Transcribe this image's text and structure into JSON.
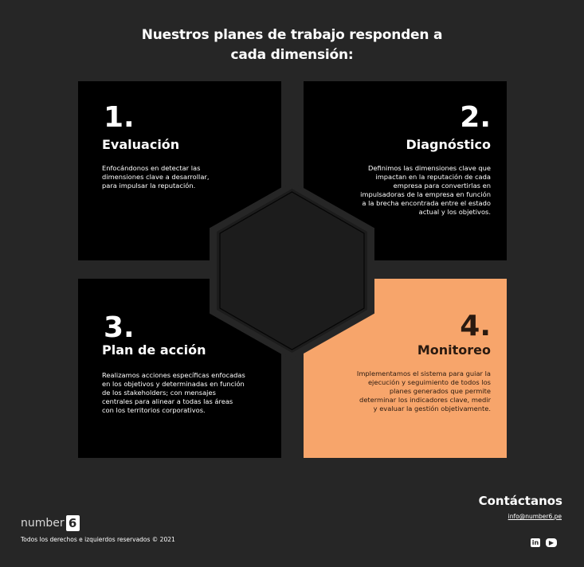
{
  "title": {
    "line1": "Nuestros planes de trabajo responden a",
    "line2": "cada dimensión:"
  },
  "cards": [
    {
      "number": "1.",
      "title": "Evaluación",
      "description": "Enfocándonos en detectar las dimensiones clave a desarrollar, para impulsar la reputación."
    },
    {
      "number": "2.",
      "title": "Diagnóstico",
      "description": "Definimos las dimensiones clave que impactan en la reputación de cada empresa para convertirlas en impulsadoras de la empresa en función a la brecha encontrada entre el estado actual y los objetivos."
    },
    {
      "number": "3.",
      "title": "Plan de acción",
      "description": "Realizamos acciones específicas enfocadas en los objetivos y determinadas en función de los stakeholders; con mensajes centrales para alinear a todas las áreas con los territorios corporativos."
    },
    {
      "number": "4.",
      "title": "Monitoreo",
      "description": "Implementamos el sistema para guiar la ejecución y seguimiento de todos los planes generados que permite determinar los indicadores clave, medir y evaluar la gestión objetivamente."
    }
  ],
  "footer": {
    "logo_text": "number",
    "logo_mark": "6",
    "rights": "Todos los derechos e izquierdos reservados © 2021",
    "contact_title": "Contáctanos",
    "contact_email": "info@number6.pe",
    "social": [
      {
        "icon": "linkedin-icon",
        "label": "in"
      },
      {
        "icon": "youtube-icon",
        "label": "▶"
      }
    ]
  },
  "colors": {
    "background": "#262626",
    "card": "#000000",
    "accent": "#f7a56b"
  }
}
